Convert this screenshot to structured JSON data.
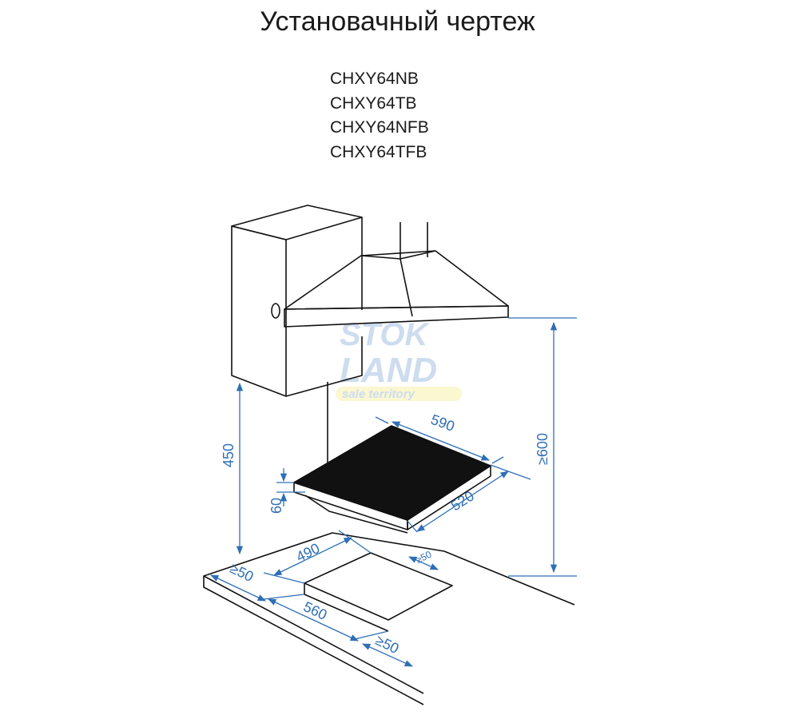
{
  "title": "Установачный чертеж",
  "models": [
    "CHXY64NB",
    "CHXY64TB",
    "CHXY64NFB",
    "CHXY64TFB"
  ],
  "watermark": {
    "line1": "STOK",
    "line2": "LAND",
    "line3": "sale territory"
  },
  "dimensions": {
    "hood_height": "≥600",
    "cabinet_height": "450",
    "hob_width": "590",
    "hob_depth": "520",
    "hob_thickness": "60",
    "cutout_depth": "490",
    "cutout_width": "560",
    "clear_back": "≥50",
    "clear_left": "≥50",
    "clear_front": "≥50"
  },
  "colors": {
    "dimension": "#2e6fb5",
    "outline": "#111111",
    "hob_surface": "#111111"
  }
}
